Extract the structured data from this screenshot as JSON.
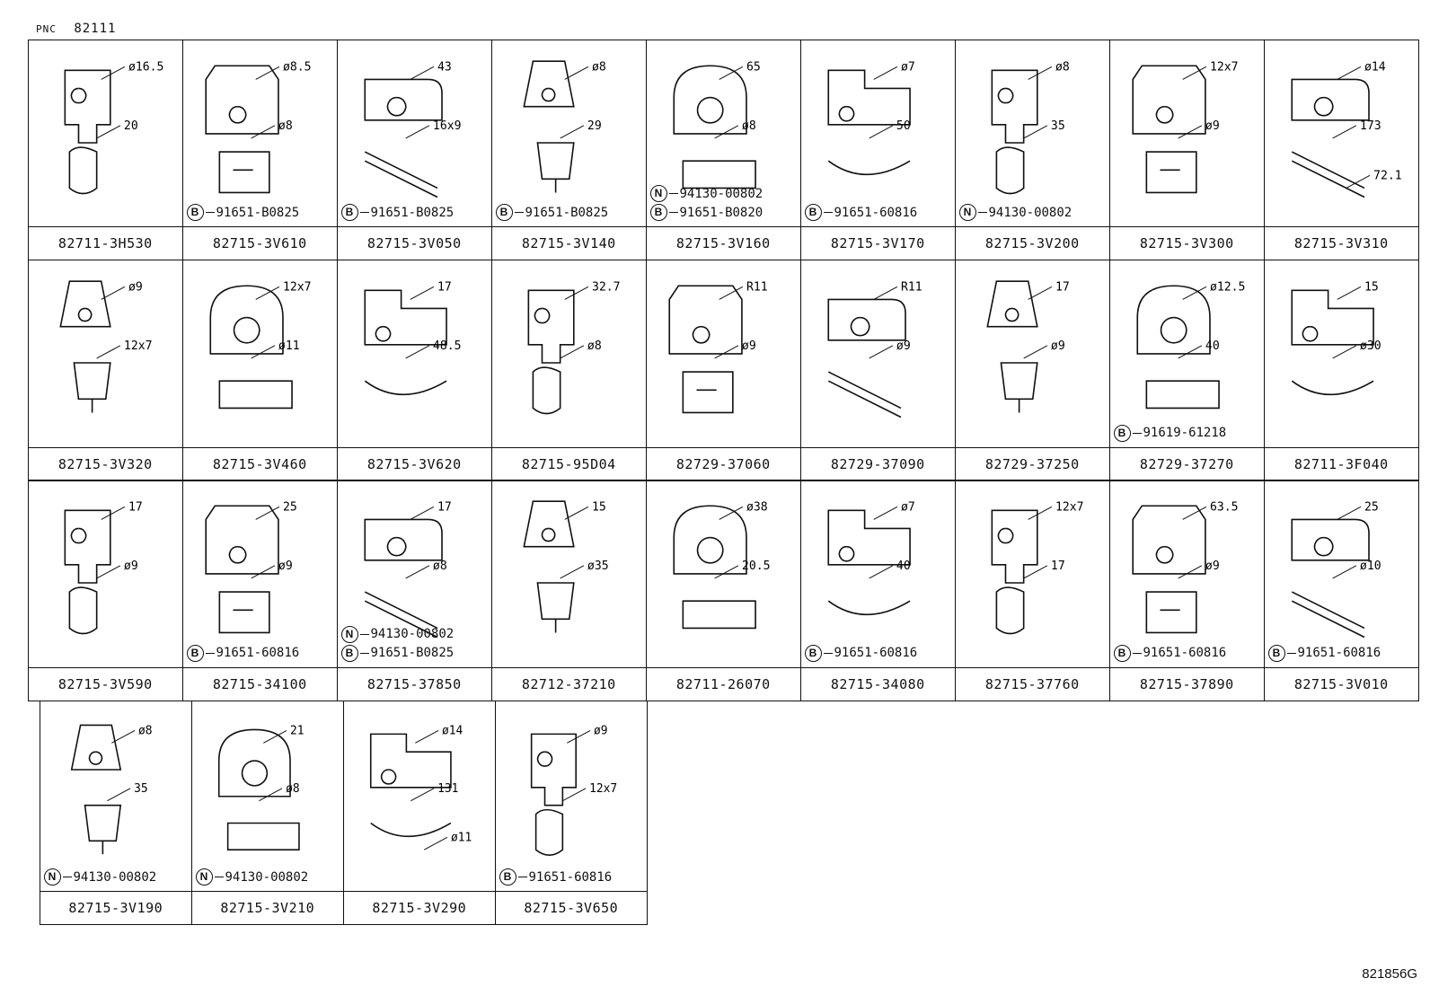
{
  "header": {
    "pnc_label": "PNC",
    "pnc_number": "82111"
  },
  "figure_id": "821856G",
  "parts": [
    {
      "part": "82711-3H530",
      "callouts": []
    },
    {
      "part": "82715-3V610",
      "callouts": [
        {
          "sym": "B",
          "num": "91651-B0825"
        }
      ]
    },
    {
      "part": "82715-3V050",
      "callouts": [
        {
          "sym": "B",
          "num": "91651-B0825"
        }
      ]
    },
    {
      "part": "82715-3V140",
      "callouts": [
        {
          "sym": "B",
          "num": "91651-B0825"
        }
      ]
    },
    {
      "part": "82715-3V160",
      "callouts": [
        {
          "sym": "N",
          "num": "94130-00802"
        },
        {
          "sym": "B",
          "num": "91651-B0820"
        }
      ]
    },
    {
      "part": "82715-3V170",
      "callouts": [
        {
          "sym": "B",
          "num": "91651-60816"
        }
      ]
    },
    {
      "part": "82715-3V200",
      "callouts": [
        {
          "sym": "N",
          "num": "94130-00802"
        }
      ]
    },
    {
      "part": "82715-3V300",
      "callouts": []
    },
    {
      "part": "82715-3V310",
      "callouts": []
    },
    {
      "part": "82715-3V320",
      "callouts": []
    },
    {
      "part": "82715-3V460",
      "callouts": []
    },
    {
      "part": "82715-3V620",
      "callouts": []
    },
    {
      "part": "82715-95D04",
      "callouts": []
    },
    {
      "part": "82729-37060",
      "callouts": []
    },
    {
      "part": "82729-37090",
      "callouts": []
    },
    {
      "part": "82729-37250",
      "callouts": []
    },
    {
      "part": "82729-37270",
      "callouts": [
        {
          "sym": "B",
          "num": "91619-61218"
        }
      ]
    },
    {
      "part": "82711-3F040",
      "callouts": []
    },
    {
      "part": "82715-3V590",
      "callouts": []
    },
    {
      "part": "82715-34100",
      "callouts": [
        {
          "sym": "B",
          "num": "91651-60816"
        }
      ]
    },
    {
      "part": "82715-37850",
      "callouts": [
        {
          "sym": "N",
          "num": "94130-00802"
        },
        {
          "sym": "B",
          "num": "91651-B0825"
        }
      ]
    },
    {
      "part": "82712-37210",
      "callouts": []
    },
    {
      "part": "82711-26070",
      "callouts": []
    },
    {
      "part": "82715-34080",
      "callouts": [
        {
          "sym": "B",
          "num": "91651-60816"
        }
      ]
    },
    {
      "part": "82715-37760",
      "callouts": []
    },
    {
      "part": "82715-37890",
      "callouts": [
        {
          "sym": "B",
          "num": "91651-60816"
        }
      ]
    },
    {
      "part": "82715-3V010",
      "callouts": [
        {
          "sym": "B",
          "num": "91651-60816"
        }
      ]
    },
    {
      "part": "82715-3V190",
      "callouts": [
        {
          "sym": "N",
          "num": "94130-00802"
        }
      ]
    },
    {
      "part": "82715-3V210",
      "callouts": [
        {
          "sym": "N",
          "num": "94130-00802"
        }
      ]
    },
    {
      "part": "82715-3V290",
      "callouts": []
    },
    {
      "part": "82715-3V650",
      "callouts": [
        {
          "sym": "B",
          "num": "91651-60816"
        }
      ]
    }
  ],
  "dimensions": [
    [
      "ø16.5",
      "20"
    ],
    [
      "ø8.5",
      "ø8"
    ],
    [
      "43",
      "16x9"
    ],
    [
      "ø8",
      "29"
    ],
    [
      "65",
      "ø8"
    ],
    [
      "ø7",
      "50"
    ],
    [
      "ø8",
      "35"
    ],
    [
      "12x7",
      "ø9"
    ],
    [
      "ø14",
      "173",
      "72.1"
    ],
    [
      "ø9",
      "12x7"
    ],
    [
      "12x7",
      "ø11"
    ],
    [
      "17",
      "48.5"
    ],
    [
      "32.7",
      "ø8"
    ],
    [
      "R11",
      "ø9"
    ],
    [
      "R11",
      "ø9"
    ],
    [
      "17",
      "ø9"
    ],
    [
      "ø12.5",
      "40"
    ],
    [
      "15",
      "ø30"
    ],
    [
      "17",
      "ø9"
    ],
    [
      "25",
      "ø9"
    ],
    [
      "17",
      "ø8"
    ],
    [
      "15",
      "ø35"
    ],
    [
      "ø38",
      "20.5"
    ],
    [
      "ø7",
      "40"
    ],
    [
      "12x7",
      "17"
    ],
    [
      "63.5",
      "ø9"
    ],
    [
      "25",
      "ø10"
    ],
    [
      "ø8",
      "35"
    ],
    [
      "21",
      "ø8"
    ],
    [
      "ø14",
      "131",
      "ø11"
    ],
    [
      "ø9",
      "12x7"
    ]
  ]
}
